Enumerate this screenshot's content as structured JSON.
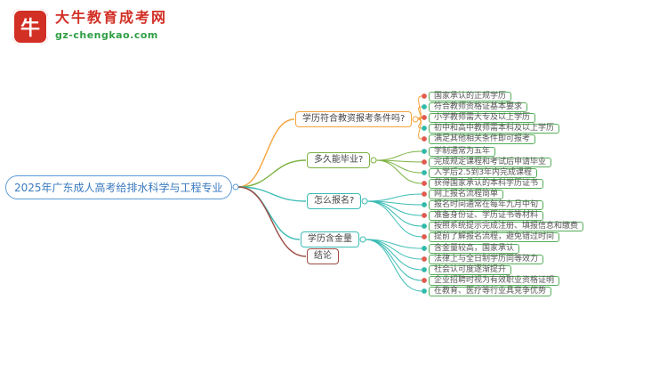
{
  "logo": {
    "icon_char": "牛",
    "title": "大牛教育成考网",
    "subtitle": "gz-chengkao.com",
    "brand_red": "#d22f25",
    "brand_green": "#2f9e44"
  },
  "root": {
    "text": "2025年广东成人高考给排水科学与工程专业",
    "color": "#5b9bd5"
  },
  "branches": [
    {
      "label": "学历符合教资报考条件吗?",
      "color": "#f5a33c",
      "children": [
        {
          "text": "国家承认的正规学历",
          "dot": "#e05a4e"
        },
        {
          "text": "符合教师资格证基本要求",
          "dot": "#2fb9a8"
        },
        {
          "text": "小学教师需大专及以上学历",
          "dot": "#e05a4e"
        },
        {
          "text": "初中和高中教师需本科及以上学历",
          "dot": "#2fb9a8"
        },
        {
          "text": "满足其他相关条件即可报考",
          "dot": "#e05a4e"
        }
      ]
    },
    {
      "label": "多久能毕业?",
      "color": "#7cb342",
      "children": [
        {
          "text": "学制通常为五年",
          "dot": "#2fb9a8"
        },
        {
          "text": "完成规定课程和考试后申请毕业",
          "dot": "#e05a4e"
        },
        {
          "text": "入学后2.5到3年内完成课程",
          "dot": "#2fb9a8"
        },
        {
          "text": "获得国家承认的本科学历证书",
          "dot": "#e05a4e"
        }
      ]
    },
    {
      "label": "怎么报名?",
      "color": "#3bbcb4",
      "children": [
        {
          "text": "网上报名流程简单",
          "dot": "#e05a4e"
        },
        {
          "text": "报名时间通常在每年九月中旬",
          "dot": "#2fb9a8"
        },
        {
          "text": "准备身份证、学历证书等材料",
          "dot": "#e05a4e"
        },
        {
          "text": "按照系统提示完成注册、填报信息和缴费",
          "dot": "#2fb9a8"
        },
        {
          "text": "提前了解报名流程，避免错过时间",
          "dot": "#e05a4e"
        }
      ]
    },
    {
      "label": "学历含金量",
      "color": "#3bbcb4",
      "children": [
        {
          "text": "含金量较高，国家承认",
          "dot": "#2fb9a8"
        },
        {
          "text": "法律上与全日制学历同等效力",
          "dot": "#e05a4e"
        },
        {
          "text": "社会认可度逐渐提升",
          "dot": "#2fb9a8"
        },
        {
          "text": "企业招聘时视为有效职业资格证明",
          "dot": "#e05a4e"
        },
        {
          "text": "在教育、医疗等行业具竞争优势",
          "dot": "#2fb9a8"
        }
      ]
    },
    {
      "label": "结论",
      "color": "#9c4a42",
      "children": []
    }
  ]
}
